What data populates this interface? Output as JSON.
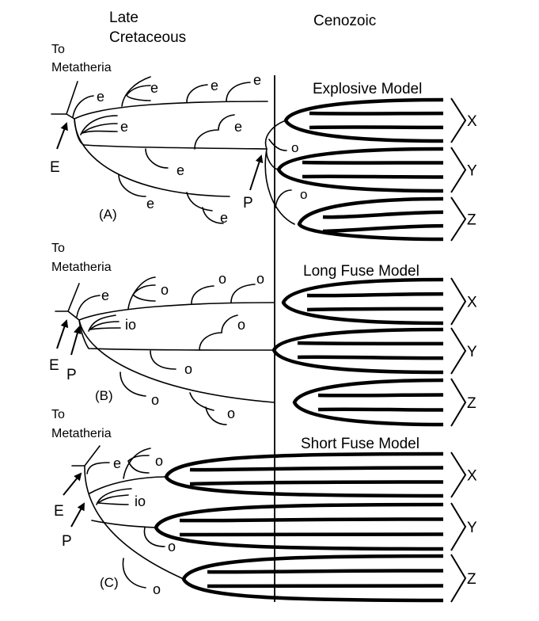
{
  "header": {
    "period_left": [
      "Late",
      "Cretaceous"
    ],
    "period_right": "Cenozoic"
  },
  "panels": [
    {
      "id": "A",
      "label": "(A)",
      "model_title": "Explosive Model",
      "outgroup_label": [
        "To",
        "Metatheria"
      ],
      "markers": [
        "E",
        "P"
      ],
      "extinct_tag": "e",
      "clades": [
        "X",
        "Y",
        "Z"
      ],
      "tags": [
        "e",
        "e",
        "e",
        "e",
        "e",
        "e",
        "e",
        "e",
        "o",
        "o"
      ]
    },
    {
      "id": "B",
      "label": "(B)",
      "model_title": "Long Fuse Model",
      "outgroup_label": [
        "To",
        "Metatheria"
      ],
      "markers": [
        "E",
        "P"
      ],
      "clades": [
        "X",
        "Y",
        "Z"
      ],
      "tags": [
        "e",
        "o",
        "o",
        "o",
        "io",
        "o",
        "o",
        "o",
        "o"
      ]
    },
    {
      "id": "C",
      "label": "(C)",
      "model_title": "Short Fuse Model",
      "outgroup_label": [
        "To",
        "Metatheria"
      ],
      "markers": [
        "E",
        "P"
      ],
      "clades": [
        "X",
        "Y",
        "Z"
      ],
      "tags": [
        "e",
        "o",
        "io",
        "o",
        "o"
      ]
    }
  ]
}
